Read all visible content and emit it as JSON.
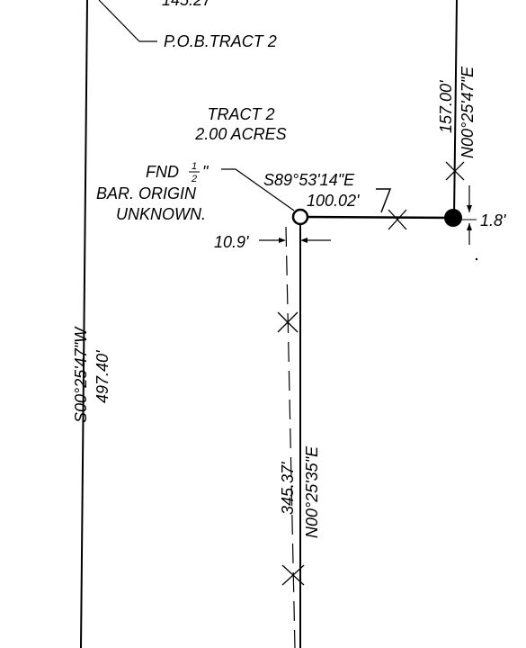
{
  "labels": {
    "top_partial": "145.27",
    "pob": "P.O.B.TRACT 2",
    "tract_name": "TRACT 2",
    "tract_area": "2.00 ACRES",
    "fnd_line1": "FND",
    "fnd_half_num": "1",
    "fnd_half_den": "2",
    "fnd_quote": "\"",
    "fnd_line2": "BAR. ORIGIN",
    "fnd_line3": "UNKNOWN.",
    "east_bearing": "S89°53'14\"E",
    "east_distance": "100.02'",
    "right_distance": "157.00'",
    "right_bearing": "N00°25'47\"E",
    "offset_right": "1.8'",
    "offset_left": "10.9'",
    "left_bearing": "S00°25'47\"W",
    "left_distance": "497.40'",
    "center_distance": "345.37'",
    "center_bearing": "N00°25'35\"E"
  },
  "colors": {
    "ink": "#000000",
    "background": "#ffffff"
  }
}
